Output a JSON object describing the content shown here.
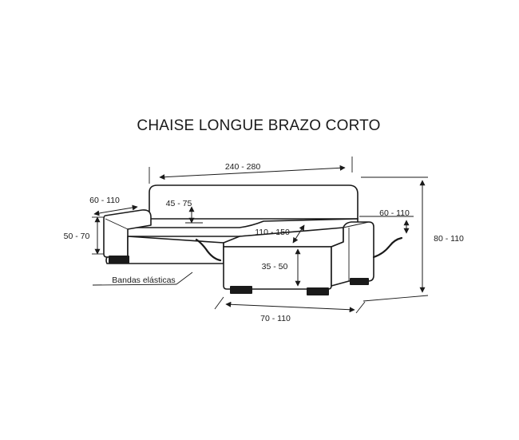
{
  "title": "CHAISE LONGUE BRAZO CORTO",
  "labels": {
    "back_width": "240 - 280",
    "arm_width_left": "60 - 110",
    "seat_back_depth": "45 - 75",
    "arm_width_right": "60 - 110",
    "arm_height_left": "50 - 70",
    "chaise_length": "110 - 150",
    "seat_height": "35 - 50",
    "total_height": "80 - 110",
    "chaise_width": "70 - 110",
    "elastic_bands": "Bandas elásticas"
  }
}
